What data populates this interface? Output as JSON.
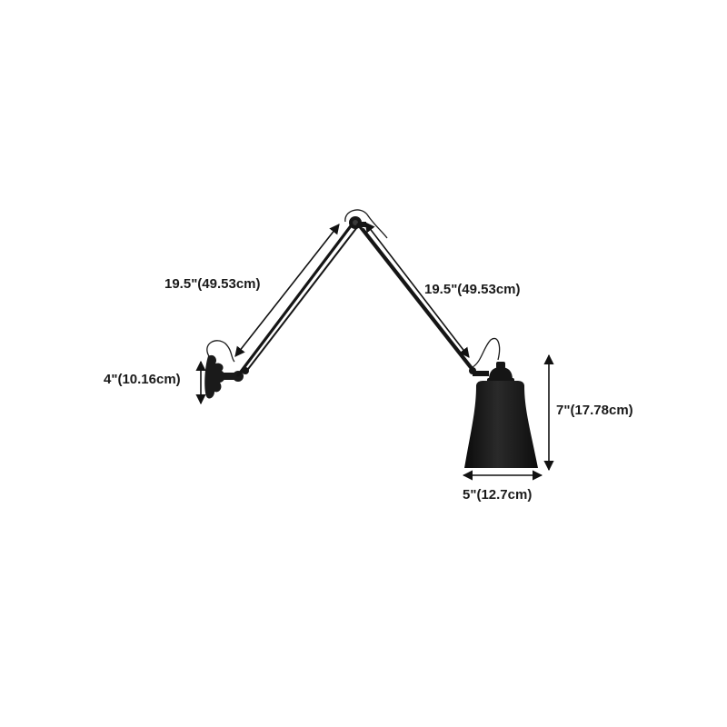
{
  "dimensions": {
    "arm_left": "19.5\"(49.53cm)",
    "arm_right": "19.5\"(49.53cm)",
    "base_height": "4\"(10.16cm)",
    "shade_height": "7\"(17.78cm)",
    "shade_width": "5\"(12.7cm)"
  },
  "colors": {
    "lamp": "#151515",
    "dimension_line": "#111111",
    "text": "#1a1a1a",
    "background": "#ffffff"
  }
}
